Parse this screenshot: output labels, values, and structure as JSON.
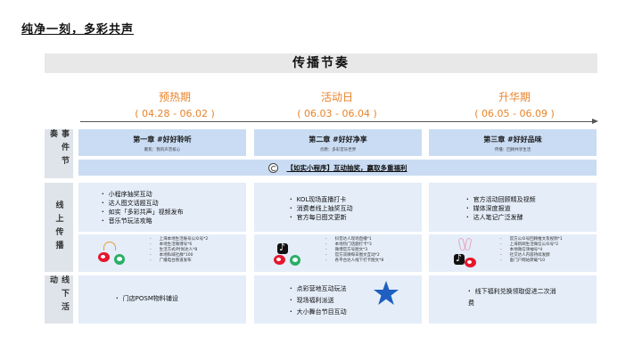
{
  "slide_title": "纯净一刻，多彩共声",
  "header": "传播节奏",
  "phases": [
    {
      "name": "预热期",
      "dates": "( 04.28 - 06.02 )"
    },
    {
      "name": "活动日",
      "dates": "( 06.03 - 06.04 )"
    },
    {
      "name": "升华期",
      "dates": "( 06.05 - 06.09 )"
    }
  ],
  "row_labels": {
    "events": "事件节奏",
    "online": "线上传播",
    "offline": "线下活动"
  },
  "chapters": [
    {
      "title": "第一章 #好好聆听",
      "subtitle": "聚焦：我的声音核心"
    },
    {
      "title": "第二章 #好好净享",
      "subtitle": "点燃：多彩音乐世界"
    },
    {
      "title": "第三章 #好好品味",
      "subtitle": "传播：回顾共享生活"
    }
  ],
  "mini_program": "【如实小程序】互动抽奖，赢取多重福利",
  "online_top": [
    [
      "小程序抽奖互动",
      "达人图文话题互动",
      "如实「多彩共声」视频发布",
      "音乐节玩法攻略"
    ],
    [
      "KOL现场直播打卡",
      "消费者线上抽奖互动",
      "官方每日图文更新"
    ],
    [
      "官方活动回顾精及视频",
      "媒体深度报道",
      "达人笔记广泛发酵"
    ]
  ],
  "online_bottom": [
    [
      "上海本地生活账号公众号*2",
      "本地生活微博号*6",
      "生活方式/时尚达人*8",
      "本地私域社群*100",
      "广播电台频道发布"
    ],
    [
      "抖音达人现场直播*1",
      "本地热门话题打卡*3",
      "微博官方号图文*3",
      "官方双微每日图文互动*2",
      "各平台达人线下打卡图文*8"
    ],
    [
      "官方公众号回顾推文及视频*1",
      "上海新闻生活微信公众号*2",
      "本地微信领袖号*4",
      "社交达人内容持续发酵",
      "垂门户网站转载*10"
    ]
  ],
  "offline": [
    [
      "门店POSM物料铺设"
    ],
    [
      "点彩营地互动玩法",
      "现场福利派送",
      "大小舞台节目互动"
    ],
    [
      "线下福利兑换领取促进二次消费"
    ]
  ],
  "colors": {
    "accent_orange": "#e8832a",
    "cell_blue": "#e4edf8",
    "chapter_blue": "#c9dcf3",
    "star_blue": "#1f5fbf"
  },
  "icons": {
    "media_1": [
      "weibo-icon",
      "wechat-icon",
      "antenna-icon"
    ],
    "media_2": [
      "douyin-icon",
      "weibo-icon",
      "wechat-icon"
    ],
    "media_3": [
      "bunny-icon",
      "douyin-icon",
      "weibo-icon"
    ],
    "decoration": "star-icon"
  }
}
